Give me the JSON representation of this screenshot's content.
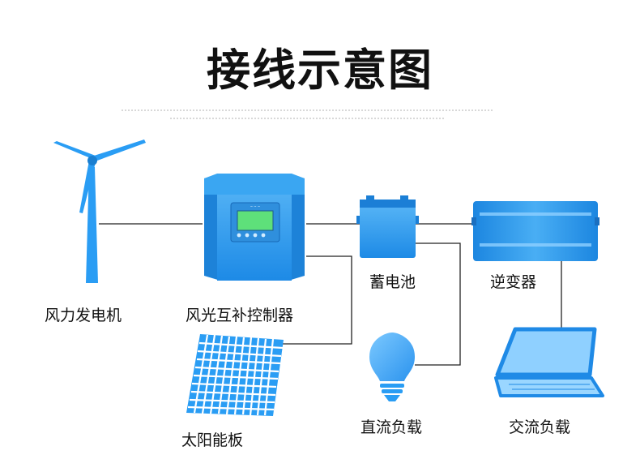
{
  "title": "接线示意图",
  "labels": {
    "wind_turbine": "风力发电机",
    "controller": "风光互补控制器",
    "solar_panel": "太阳能板",
    "battery": "蓄电池",
    "inverter": "逆变器",
    "dc_load": "直流负载",
    "ac_load": "交流负载"
  },
  "colors": {
    "accent": "#2a9df4",
    "accent_dark": "#1a7fd1",
    "line": "#222222",
    "text": "#111111"
  }
}
